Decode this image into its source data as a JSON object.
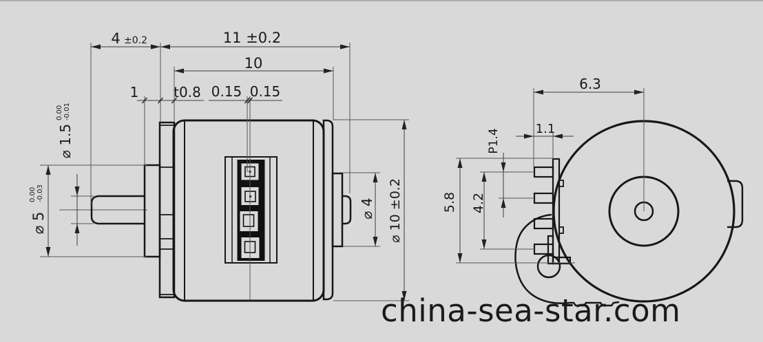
{
  "watermark": "china-sea-star.com",
  "side_view": {
    "shaft_protrusion": "4",
    "shaft_protrusion_tol": "±0.2",
    "total_length": "11 ±0.2",
    "body_length": "10",
    "boss_length": "1",
    "plate_thickness": "t0.8",
    "gap_left": "0.15",
    "gap_right": "0.15",
    "shaft_dia": "⌀ 1.5",
    "shaft_dia_tol_upper": "0.00",
    "shaft_dia_tol_lower": "-0.01",
    "boss_dia": "⌀ 5",
    "boss_dia_tol_upper": "0.00",
    "boss_dia_tol_lower": "-0.03",
    "rear_boss_dia": "⌀ 4",
    "outer_dia": "⌀ 10 ±0.2"
  },
  "end_view": {
    "pin_tip_to_center": "6.3",
    "pin_length": "1.1",
    "pin_pitch": "P1.4",
    "connector_height": "5.8",
    "pin_span": "4.2"
  },
  "colors": {
    "background": "#d9d9d9",
    "ink": "#1a1a1a"
  }
}
